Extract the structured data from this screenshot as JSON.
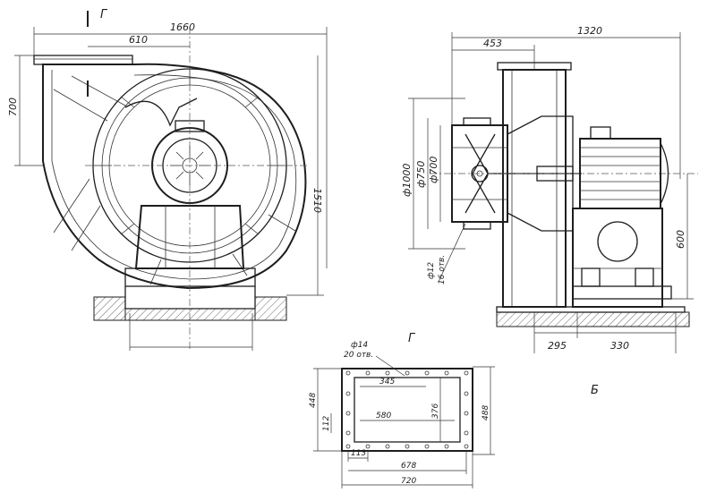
{
  "drawing": {
    "front_view": {
      "section_mark": "Г",
      "dims": {
        "overall_width": "1660",
        "to_axis": "610",
        "outlet_height": "700",
        "overall_height": "1510"
      }
    },
    "side_view": {
      "dims": {
        "overall_length": "1320",
        "inlet_offset": "453",
        "diam_outer": "ф1000",
        "diam_bolt": "ф750",
        "diam_inner": "ф700",
        "holes_diam": "ф12",
        "holes_count": "16 отв.",
        "motor_height": "600",
        "base_left": "295",
        "base_right": "330"
      }
    },
    "section_view": {
      "title": "Г",
      "dims": {
        "holes_diam": "ф14",
        "holes_count": "20 отв.",
        "inner_top": "345",
        "inner_mid": "580",
        "height_inner": "376",
        "height_left": "448",
        "height_right": "488",
        "pitch_left": "112",
        "pitch_bottom": "113",
        "width_inner": "678",
        "width_outer": "720"
      }
    },
    "view_letter_b": "Б"
  }
}
